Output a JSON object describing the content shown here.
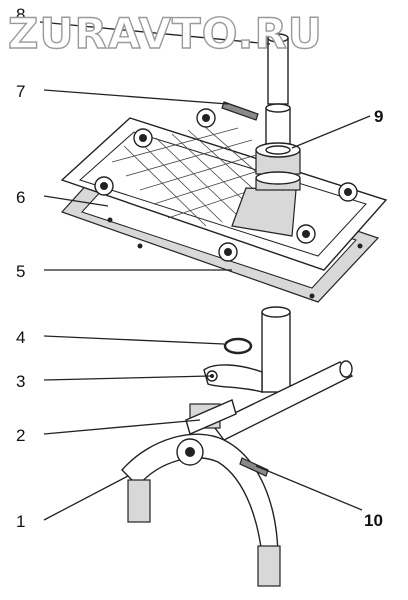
{
  "watermark": "ZURAVTO.RU",
  "callouts": [
    {
      "id": "1",
      "label": "1"
    },
    {
      "id": "2",
      "label": "2"
    },
    {
      "id": "3",
      "label": "3"
    },
    {
      "id": "4",
      "label": "4"
    },
    {
      "id": "5",
      "label": "5"
    },
    {
      "id": "6",
      "label": "6"
    },
    {
      "id": "7",
      "label": "7"
    },
    {
      "id": "8",
      "label": "8"
    },
    {
      "id": "9",
      "label": "9"
    },
    {
      "id": "10",
      "label": "10"
    }
  ]
}
